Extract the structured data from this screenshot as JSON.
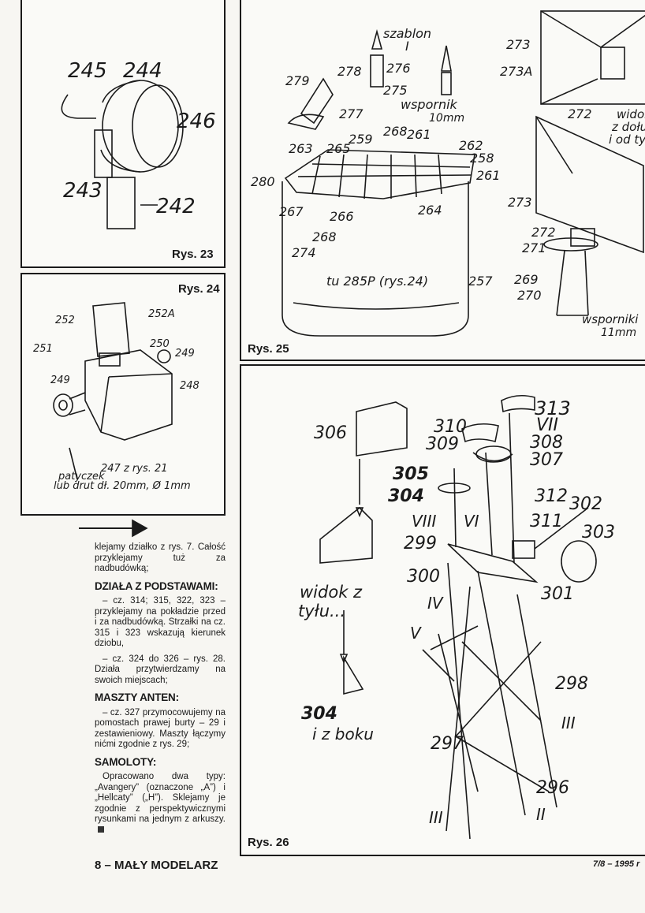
{
  "figures": {
    "rys23": {
      "caption": "Rys. 23",
      "labels": [
        "245",
        "244",
        "246",
        "243",
        "242"
      ]
    },
    "rys24": {
      "caption": "Rys. 24",
      "labels": [
        "252",
        "252A",
        "251",
        "250",
        "249",
        "249",
        "248"
      ],
      "note1": "247 z rys. 21",
      "note2": "patyczek",
      "note3": "lub drut dł. 20mm, Ø 1mm"
    },
    "rys25": {
      "caption": "Rys. 25",
      "labels": [
        "szablon",
        "I",
        "276",
        "275",
        "wspornik",
        "10mm",
        "279",
        "278",
        "277",
        "268",
        "261",
        "259",
        "263",
        "265",
        "262",
        "258",
        "261",
        "280",
        "267",
        "266",
        "264",
        "268",
        "274",
        "tu 285P (rys.24)",
        "257",
        "273",
        "273A",
        "272",
        "widok",
        "z dołu",
        "i od tyłu",
        "273",
        "272",
        "271",
        "269",
        "270",
        "wsporniki",
        "11mm"
      ]
    },
    "rys26": {
      "caption": "Rys. 26",
      "labels": [
        "313",
        "VII",
        "310",
        "308",
        "309",
        "307",
        "306",
        "305",
        "304",
        "312",
        "302",
        "303",
        "VIII",
        "VI",
        "311",
        "299",
        "300",
        "301",
        "widok z",
        "tyłu...",
        "IV",
        "V",
        "298",
        "304",
        "i z boku",
        "III",
        "297",
        "296",
        "III",
        "II"
      ]
    }
  },
  "text": {
    "intro": "klejamy działko z rys. 7. Całość przyklejamy tuż za nadbudówką;",
    "h1": "DZIAŁA Z PODSTAWAMI:",
    "p1": "– cz. 314; 315, 322, 323 – przyklejamy na pokładzie przed i za nadbudówką. Strzałki na cz. 315 i 323 wskazują kierunek dziobu,",
    "p2": "– cz. 324 do 326 – rys. 28. Działa przytwierdzamy na swoich miejscach;",
    "h2": "MASZTY ANTEN:",
    "p3": "– cz. 327 przymocowujemy na pomostach prawej burty – 29 i zestawieniowy. Maszty łączymy nićmi zgodnie z rys. 29;",
    "h3": "SAMOLOTY:",
    "p4": "Opracowano dwa typy: „Avangery” (oznaczone „A”) i „Hellcaty” („H”). Sklejamy je zgodnie z perspektywicznymi rysunkami na jednym z arkuszy.",
    "footer_left": "8 – MAŁY MODELARZ",
    "footer_right": "7/8 – 1995 r"
  }
}
